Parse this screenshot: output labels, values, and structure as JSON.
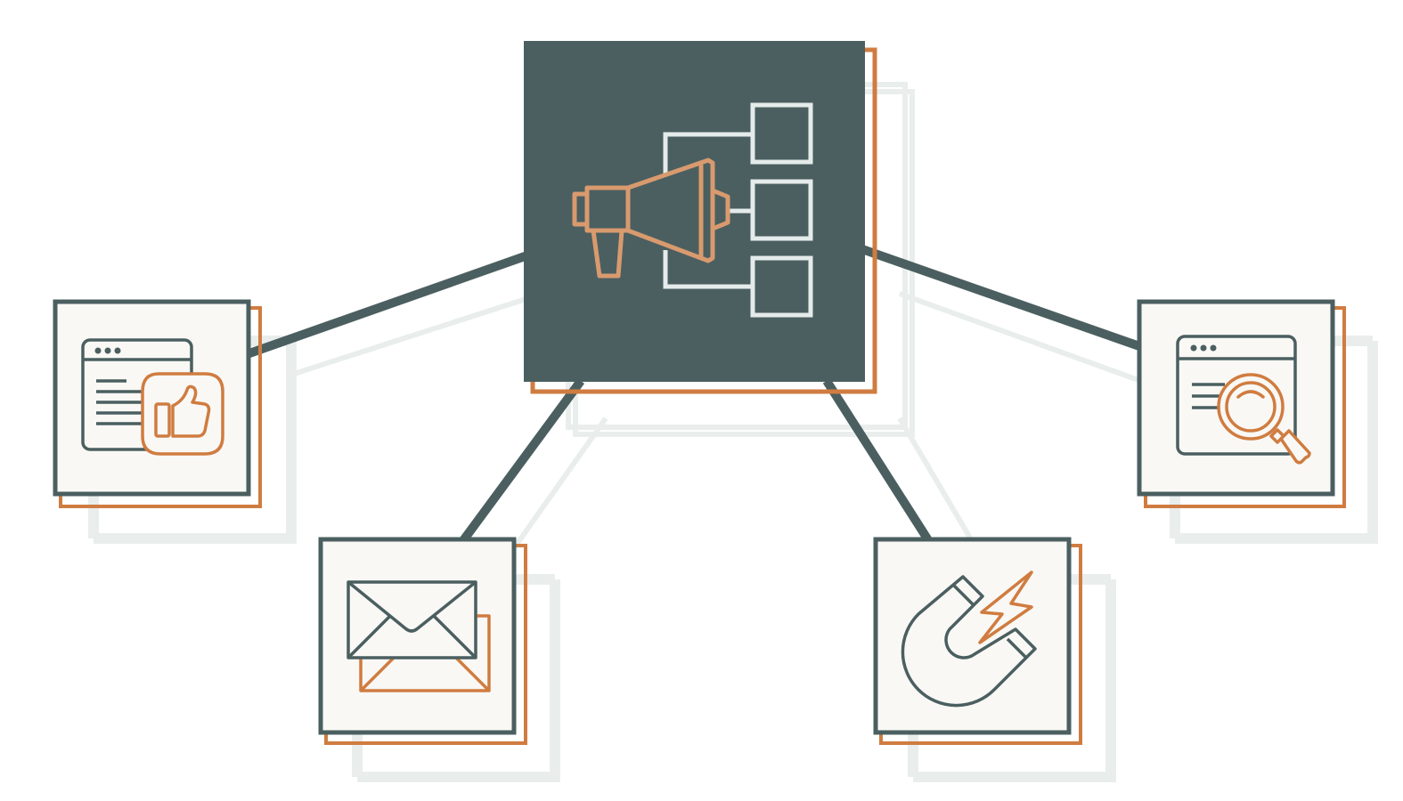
{
  "colors": {
    "primary": "#4b5f60",
    "accent": "#d07c40",
    "accent_light": "#d89a6e",
    "tile_bg": "#f9f8f5",
    "shadow": "#e9eeed",
    "icon_light": "#e4ebea",
    "background": "#ffffff"
  },
  "hub": {
    "icon": "megaphone-distribution-icon"
  },
  "nodes": [
    {
      "id": "social",
      "icon": "webpage-thumbs-up-icon"
    },
    {
      "id": "email",
      "icon": "envelope-icon"
    },
    {
      "id": "lead-magnet",
      "icon": "magnet-lightning-icon"
    },
    {
      "id": "seo",
      "icon": "webpage-search-icon"
    }
  ]
}
